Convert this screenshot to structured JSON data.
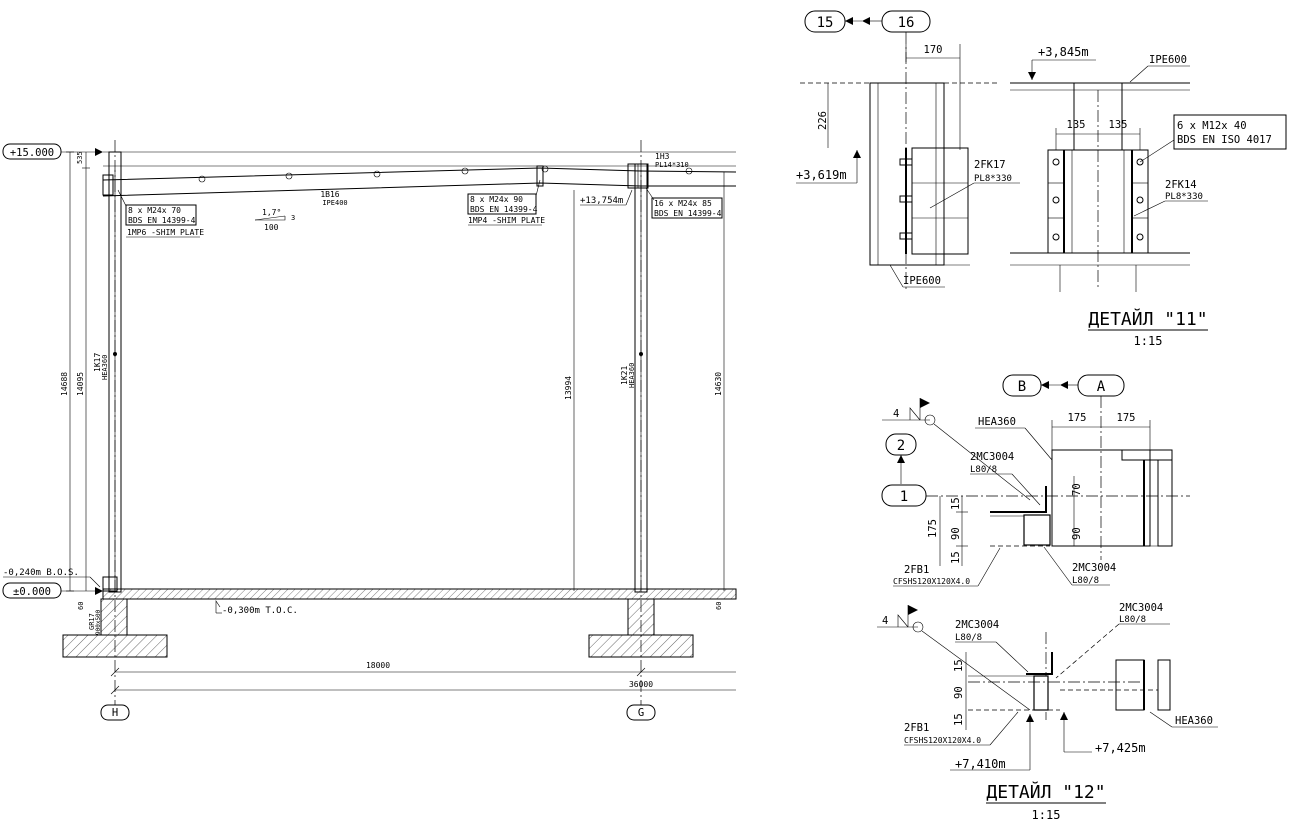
{
  "elevation": {
    "level_top": "+15.000",
    "level_zero": "±0.000",
    "level_bos": "-0,240m B.O.S.",
    "level_toc": "-0,300m T.O.C.",
    "level_haunch": "+13,754m",
    "dim_535": "535",
    "dim_14688": "14688",
    "dim_14095": "14095",
    "dim_13994": "13994",
    "dim_14630": "14630",
    "dim_60_left": "60",
    "dim_60_right": "60",
    "dim_18000": "18000",
    "dim_36000": "36000",
    "column_left_id": "1K17",
    "column_left_profile": "HEA360",
    "column_right_id": "1K21",
    "column_right_profile": "HEA360",
    "beam_id": "1B16",
    "beam_profile": "IPE400",
    "ref_1h3": "1H3",
    "ref_1h3_plate": "PL14*310",
    "ground_beam_id": "GR17",
    "ground_beam_size": "900x500",
    "slope_value": "1,7°",
    "slope_rise": "3",
    "slope_run": "100",
    "note_left_bolts": "8 x M24x 70",
    "note_left_std": "BDS EN 14399-4",
    "note_left_shim": "1MP6 -SHIM PLATE",
    "note_mid_bolts": "8 x M24x 90",
    "note_mid_std": "BDS EN 14399-4",
    "note_mid_shim": "1MP4 -SHIM PLATE",
    "note_right_bolts": "16 x M24x 85",
    "note_right_std": "BDS EN 14399-4",
    "axis_h": "H",
    "axis_g": "G"
  },
  "detail11": {
    "axis_15": "15",
    "axis_16": "16",
    "dim_170": "170",
    "dim_226": "226",
    "dim_135a": "135",
    "dim_135b": "135",
    "level_upper": "+3,845m",
    "level_lower": "+3,619m",
    "ipe_top": "IPE600",
    "ipe_bottom": "IPE600",
    "plate_left_id": "2FK17",
    "plate_left_size": "PL8*330",
    "plate_right_id": "2FK14",
    "plate_right_size": "PL8*330",
    "bolts": "6 x M12x 40",
    "bolts_std": "BDS EN ISO 4017",
    "title": "ДЕТАЙЛ \"11\"",
    "scale": "1:15"
  },
  "detail12": {
    "axis_b": "B",
    "axis_a": "A",
    "axis_2": "2",
    "axis_1": "1",
    "weld_upper": "4",
    "weld_lower": "4",
    "hea_upper": "HEA360",
    "hea_lower": "HEA360",
    "dim_175a": "175",
    "dim_175b": "175",
    "dim_175v": "175",
    "dim_15a": "15",
    "dim_90a": "90",
    "dim_15b": "15",
    "dim_70": "70",
    "dim_90r": "90",
    "dim_15c": "15",
    "dim_90c": "90",
    "dim_15d": "15",
    "angle1_id": "2MC3004",
    "angle1_size": "L80/8",
    "angle2_id": "2MC3004",
    "angle2_size": "L80/8",
    "angle3_id": "2MC3004",
    "angle3_size": "L80/8",
    "angle4_id": "2MC3004",
    "angle4_size": "L80/8",
    "fb_upper_id": "2FB1",
    "fb_upper_size": "CFSHS120X120X4.0",
    "fb_lower_id": "2FB1",
    "fb_lower_size": "CFSHS120X120X4.0",
    "level_a": "+7,425m",
    "level_b": "+7,410m",
    "title": "ДЕТАЙЛ \"12\"",
    "scale": "1:15"
  }
}
